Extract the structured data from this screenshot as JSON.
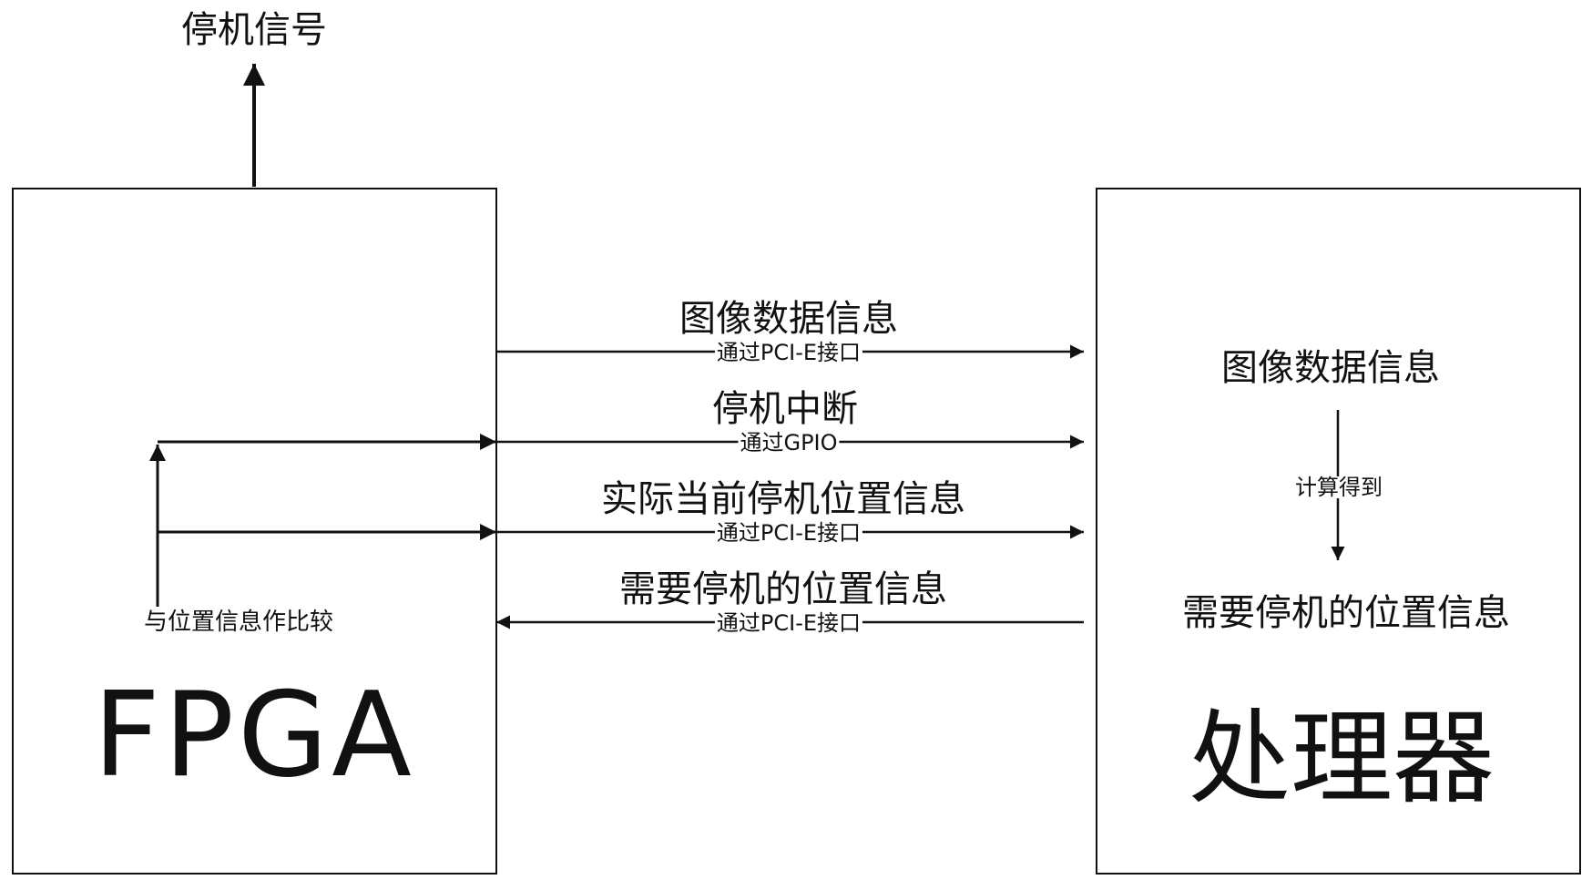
{
  "top_signal": "停机信号",
  "fpga_label": "FPGA",
  "processor_label": "处理器",
  "links": [
    {
      "id": "image-data",
      "label": "图像数据信息",
      "via": "通过PCI-E接口",
      "direction": "to-processor"
    },
    {
      "id": "stop-interrupt",
      "label": "停机中断",
      "via": "通过GPIO",
      "direction": "to-processor"
    },
    {
      "id": "actual-position",
      "label": "实际当前停机位置信息",
      "via": "通过PCI-E接口",
      "direction": "to-processor"
    },
    {
      "id": "required-position",
      "label": "需要停机的位置信息",
      "via": "通过PCI-E接口",
      "direction": "to-fpga"
    }
  ],
  "fpga_compare_label": "与位置信息作比较",
  "processor_input": "图像数据信息",
  "processor_step": "计算得到",
  "processor_output": "需要停机的位置信息",
  "colors": {
    "line": "#111111",
    "background": "#ffffff"
  }
}
